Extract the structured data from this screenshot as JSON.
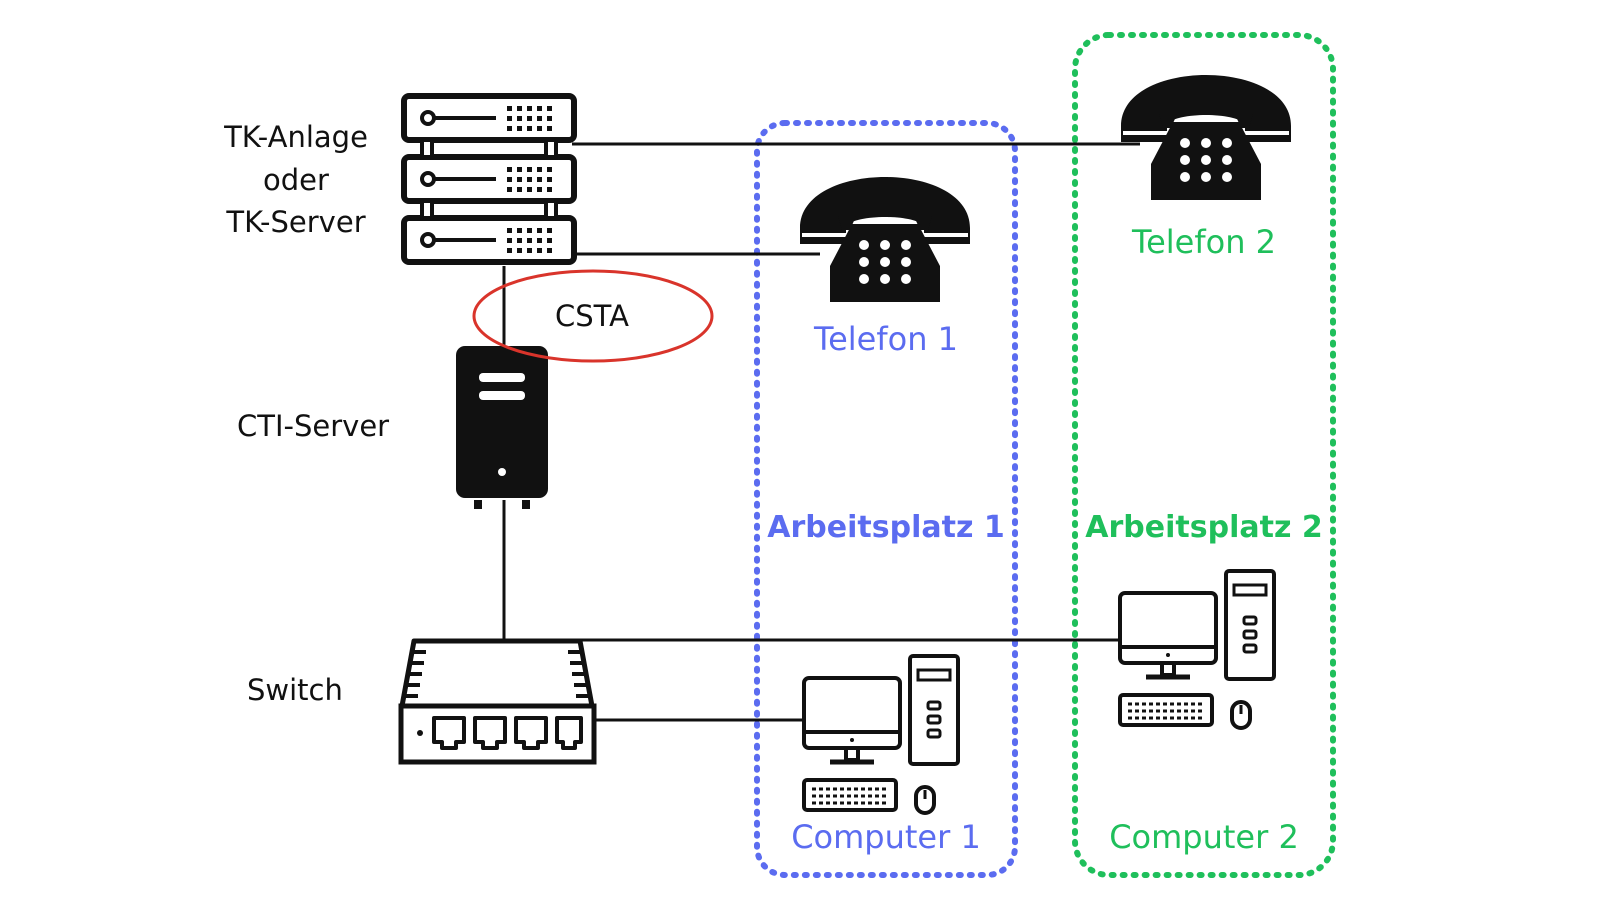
{
  "labels": {
    "tk_anlage_line1": "TK-Anlage",
    "tk_anlage_line2": "oder",
    "tk_anlage_line3": "TK-Server",
    "csta": "CSTA",
    "cti_server": "CTI-Server",
    "switch": "Switch",
    "telefon1": "Telefon 1",
    "telefon2": "Telefon 2",
    "arbeitsplatz1": "Arbeitsplatz 1",
    "arbeitsplatz2": "Arbeitsplatz 2",
    "computer1": "Computer 1",
    "computer2": "Computer 2"
  },
  "colors": {
    "workplace1": "#5b6cf0",
    "workplace2": "#1fbf5b",
    "csta_ellipse": "#d9342b",
    "device": "#111111"
  },
  "icons": {
    "tk_server": "server-rack-icon",
    "cti_server": "tower-server-icon",
    "switch": "network-switch-icon",
    "telephone": "telephone-icon",
    "computer": "desktop-computer-icon"
  }
}
